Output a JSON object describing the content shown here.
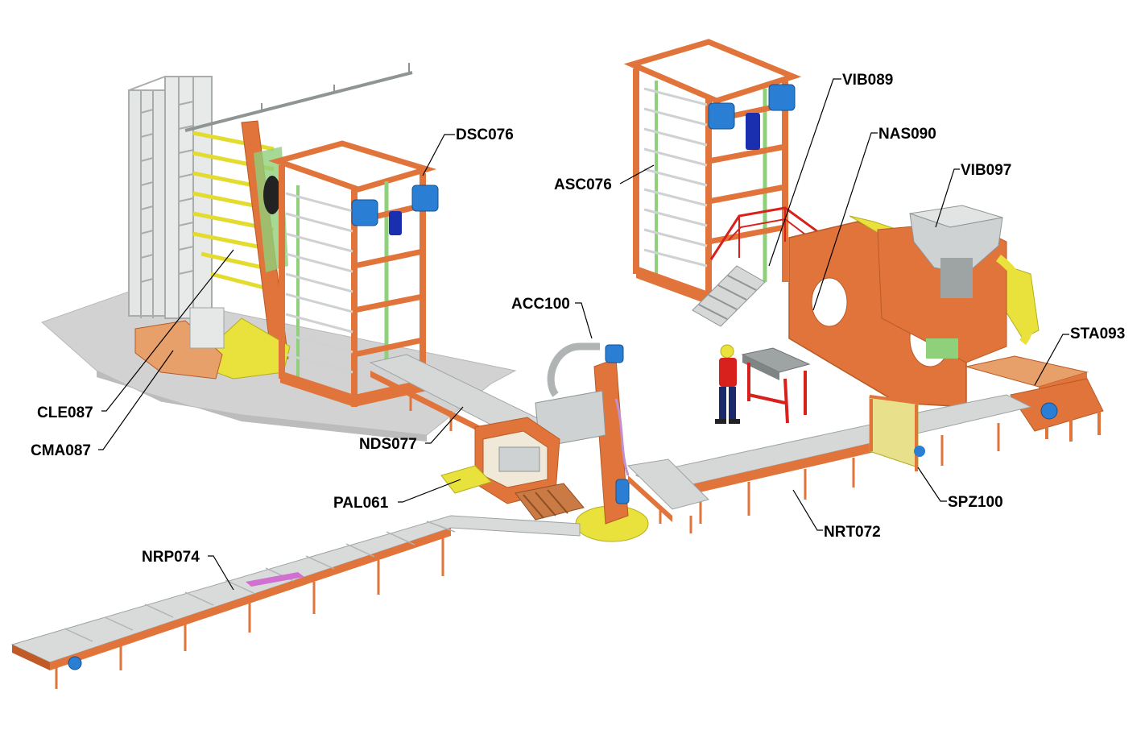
{
  "diagram": {
    "colors": {
      "frame": "#e0743a",
      "frame_dark": "#b85a28",
      "steel": "#d6d8d8",
      "steel_dark": "#9ea3a4",
      "floor": "#d2d2d2",
      "yellow": "#e9e23c",
      "green": "#8fd07a",
      "motor": "#2a7fd4",
      "motor_dark": "#1a2fb0",
      "red": "#d8201c"
    },
    "labels": [
      {
        "id": "DSC076",
        "text": "DSC076"
      },
      {
        "id": "ASC076",
        "text": "ASC076"
      },
      {
        "id": "VIB089",
        "text": "VIB089"
      },
      {
        "id": "NAS090",
        "text": "NAS090"
      },
      {
        "id": "VIB097",
        "text": "VIB097"
      },
      {
        "id": "ACC100",
        "text": "ACC100"
      },
      {
        "id": "STA093",
        "text": "STA093"
      },
      {
        "id": "CLE087",
        "text": "CLE087"
      },
      {
        "id": "CMA087",
        "text": "CMA087"
      },
      {
        "id": "NDS077",
        "text": "NDS077"
      },
      {
        "id": "PAL061",
        "text": "PAL061"
      },
      {
        "id": "SPZ100",
        "text": "SPZ100"
      },
      {
        "id": "NRT072",
        "text": "NRT072"
      },
      {
        "id": "NRP074",
        "text": "NRP074"
      }
    ]
  }
}
